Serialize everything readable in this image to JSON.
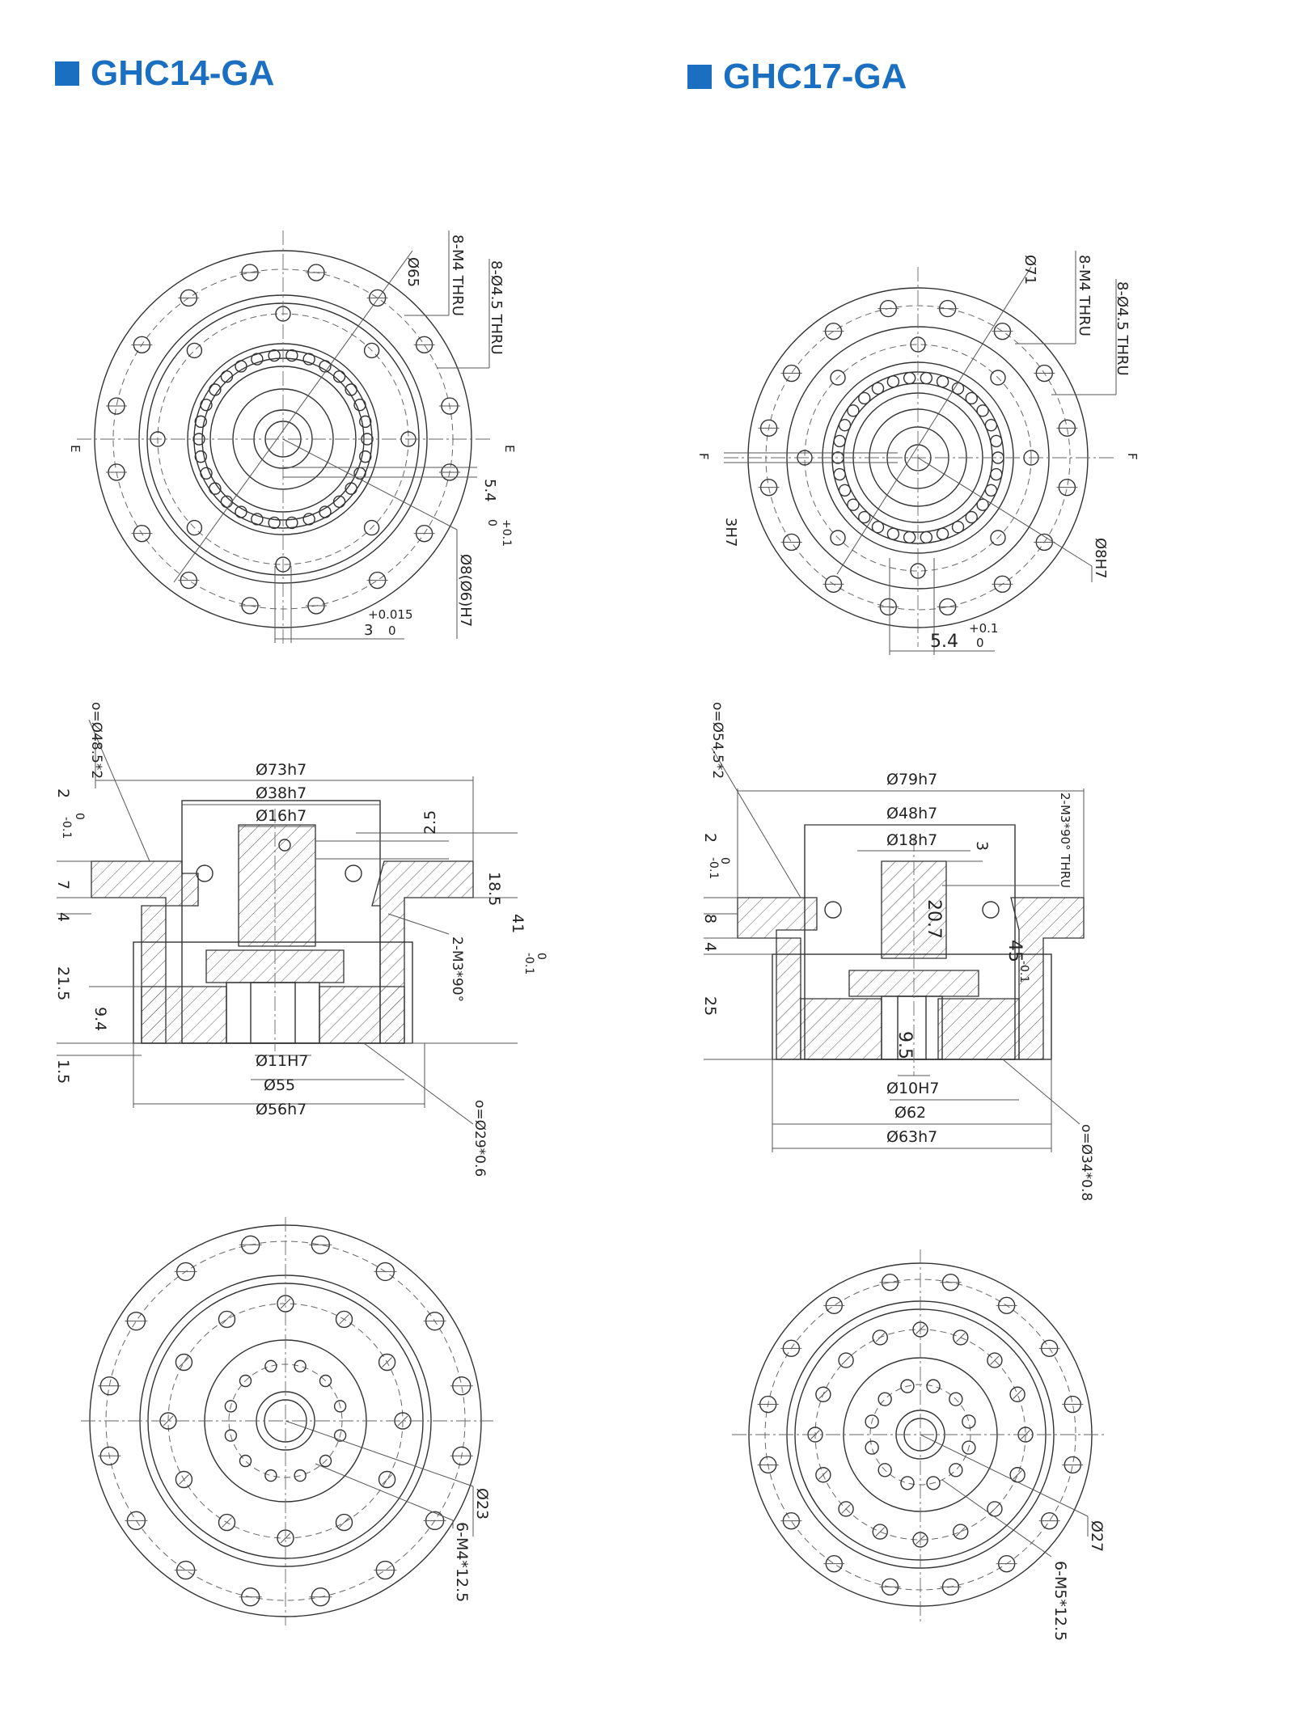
{
  "products": [
    {
      "title": "GHC14-GA",
      "top_view": {
        "dims": [
          "Ø65",
          "8-M4 THRU",
          "8-Ø4.5 THRU",
          "5.4",
          "+0.1",
          "0",
          "Ø8(Ø6)H7",
          "+0.015",
          "3",
          "0",
          "E"
        ]
      },
      "section_view": {
        "dims": [
          "o=Ø48.5*2",
          "Ø73h7",
          "Ø38h7",
          "Ø16h7",
          "2.5",
          "18.5",
          "41",
          "0",
          "-0.1",
          "2",
          "0",
          "-0.1",
          "7",
          "4",
          "21.5",
          "9.4",
          "1.5",
          "2-M3*90°",
          "Ø11H7",
          "Ø55",
          "Ø56h7",
          "o=Ø29*0.6"
        ]
      },
      "bottom_view": {
        "dims": [
          "Ø23",
          "6-M4*12.5"
        ]
      }
    },
    {
      "title": "GHC17-GA",
      "top_view": {
        "dims": [
          "Ø71",
          "8-M4 THRU",
          "8-Ø4.5 THRU",
          "3H7",
          "Ø8H7",
          "5.4",
          "+0.1",
          "0",
          "F"
        ]
      },
      "section_view": {
        "dims": [
          "o=Ø54.5*2",
          "Ø79h7",
          "Ø48h7",
          "Ø18h7",
          "3",
          "2-M3*90° THRU",
          "2",
          "0",
          "-0.1",
          "8",
          "4",
          "25",
          "20.7",
          "45",
          "-0.1",
          "9.5",
          "Ø10H7",
          "Ø62",
          "Ø63h7",
          "o=Ø34*0.8"
        ]
      },
      "bottom_view": {
        "dims": [
          "Ø27",
          "6-M5*12.5"
        ]
      }
    }
  ]
}
